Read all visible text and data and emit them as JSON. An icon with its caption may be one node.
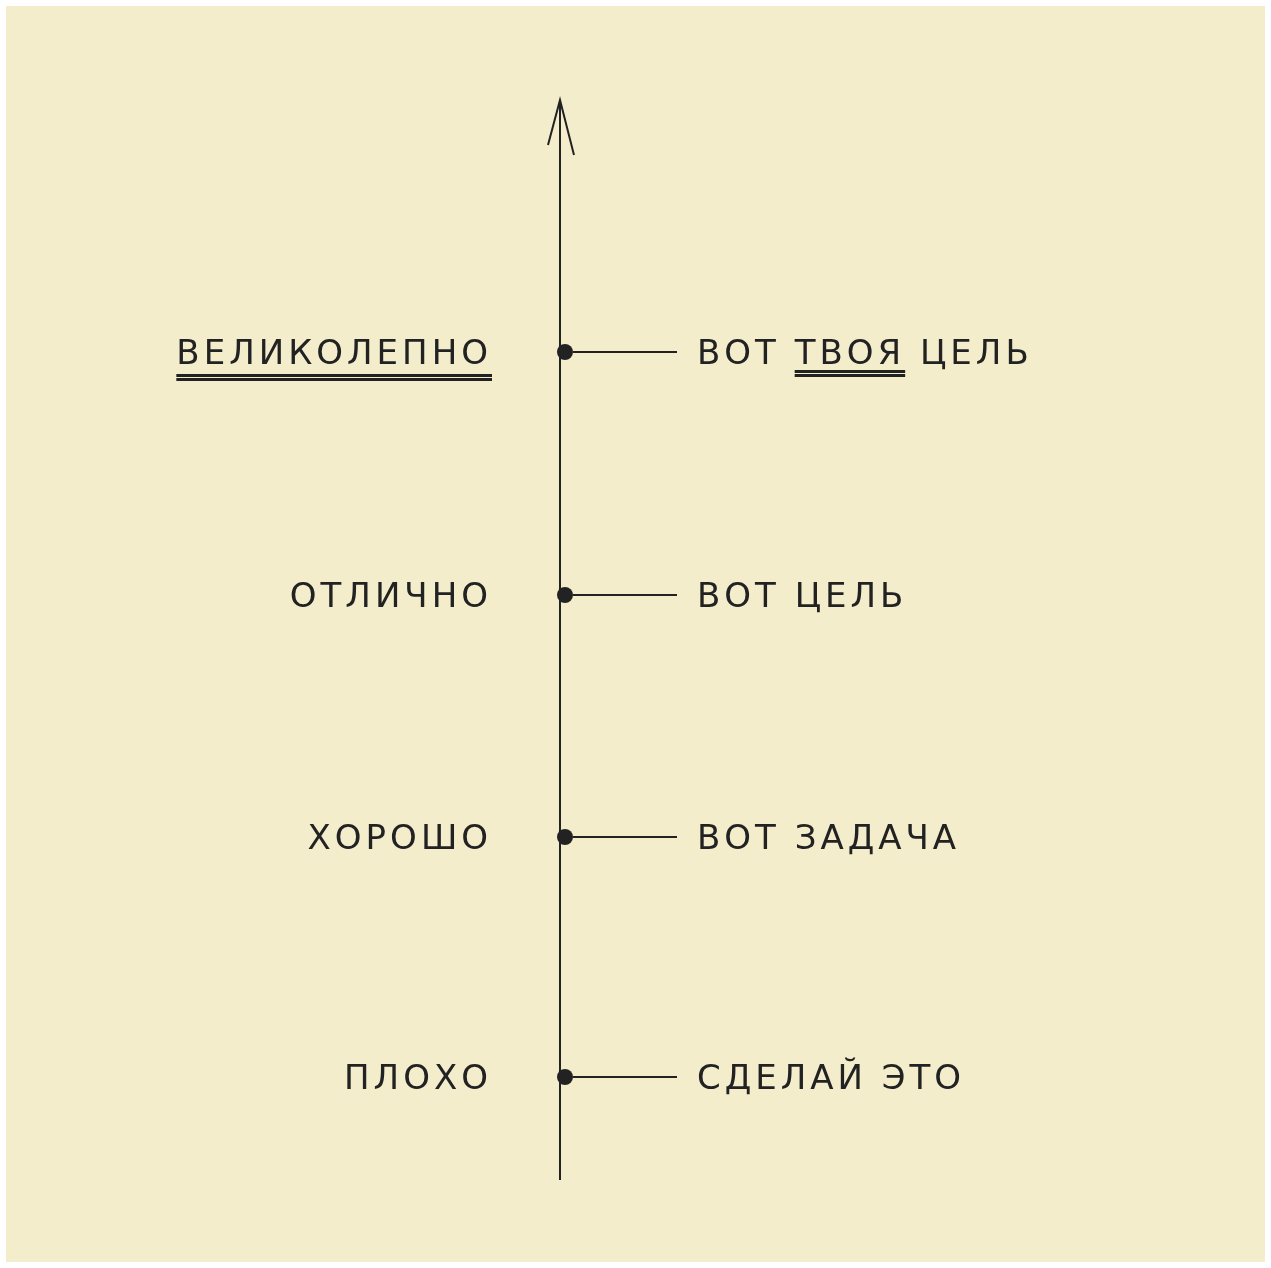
{
  "diagram": {
    "nodes": [
      {
        "text": [],
        "shape": "circle",
        "beside": [
          "ВЕЛИКОЛЕПНО"
        ]
      },
      {
        "text": [],
        "shape": "circle",
        "beside": [
          "ОТЛИЧНО"
        ]
      },
      {
        "text": [],
        "shape": "circle",
        "beside": [
          "ХОРОШО"
        ]
      },
      {
        "text": [],
        "shape": "circle",
        "beside": [
          "ПЛОХО"
        ]
      },
      {
        "text": [
          "ВОТ **ТВОЯ** ЦЕЛЬ"
        ]
      },
      {
        "text": [
          "ВОТ ЦЕЛЬ"
        ]
      },
      {
        "text": [
          "ВОТ ЗАДАЧА"
        ]
      },
      {
        "text": [
          "СДЕЛАЙ ЭТО"
        ]
      }
    ],
    "edges": [
      {
        "from": 0,
        "to": 4,
        "arrow": "none"
      },
      {
        "from": 1,
        "to": 5,
        "arrow": "none"
      },
      {
        "from": 2,
        "to": 6,
        "arrow": "none"
      },
      {
        "from": 3,
        "to": 7,
        "arrow": "none"
      }
    ]
  }
}
